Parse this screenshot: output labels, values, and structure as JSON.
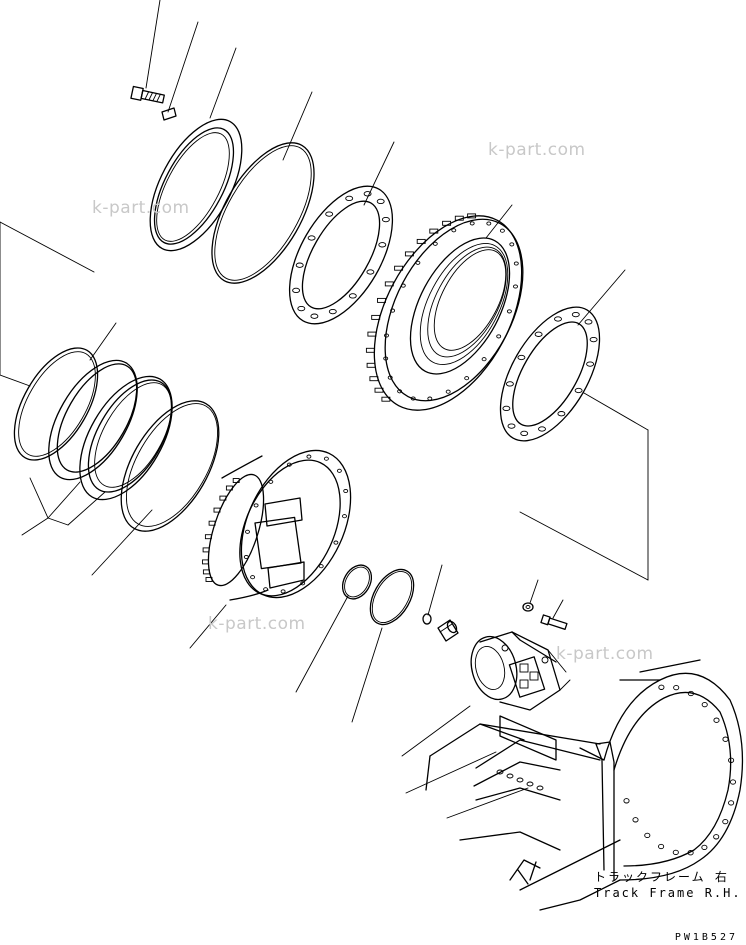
{
  "watermarks": [
    "k-part.com",
    "k-part.com",
    "k-part.com",
    "k-part.com"
  ],
  "caption": {
    "jp": "トラックフレーム 右",
    "en": "Track Frame R.H."
  },
  "drawing_code": "PW1B527"
}
